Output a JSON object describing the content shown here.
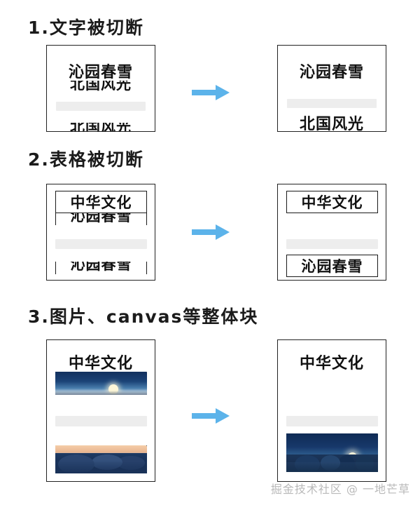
{
  "sections": [
    {
      "index": "1",
      "title": "1.文字被切断",
      "before": {
        "line1": "沁园春雪",
        "line2": "北国风光",
        "cut_fragment": "北国风光"
      },
      "after": {
        "line1": "沁园春雪",
        "line2": "北国风光"
      }
    },
    {
      "index": "2",
      "title": "2.表格被切断",
      "before": {
        "cell1": "中华文化",
        "cell2": "沁园春雪",
        "cut_fragment": "沁园春雪"
      },
      "after": {
        "cell1": "中华文化",
        "cell2": "沁园春雪"
      }
    },
    {
      "index": "3",
      "title": "3.图片、canvas等整体块",
      "before": {
        "heading": "中华文化",
        "image_top": "night-mountain-moon-landscape",
        "image_bottom": "sunset-mountain-landscape"
      },
      "after": {
        "heading": "中华文化",
        "image": "night-mountain-moon-landscape"
      }
    }
  ],
  "arrow": {
    "icon": "arrow-right-icon",
    "color": "#5cb3ea"
  },
  "placeholder_bar": {
    "color": "#ededed"
  },
  "watermark": {
    "text": "掘金技术社区 @ 一地芒草",
    "color": "#b9b9b9"
  }
}
